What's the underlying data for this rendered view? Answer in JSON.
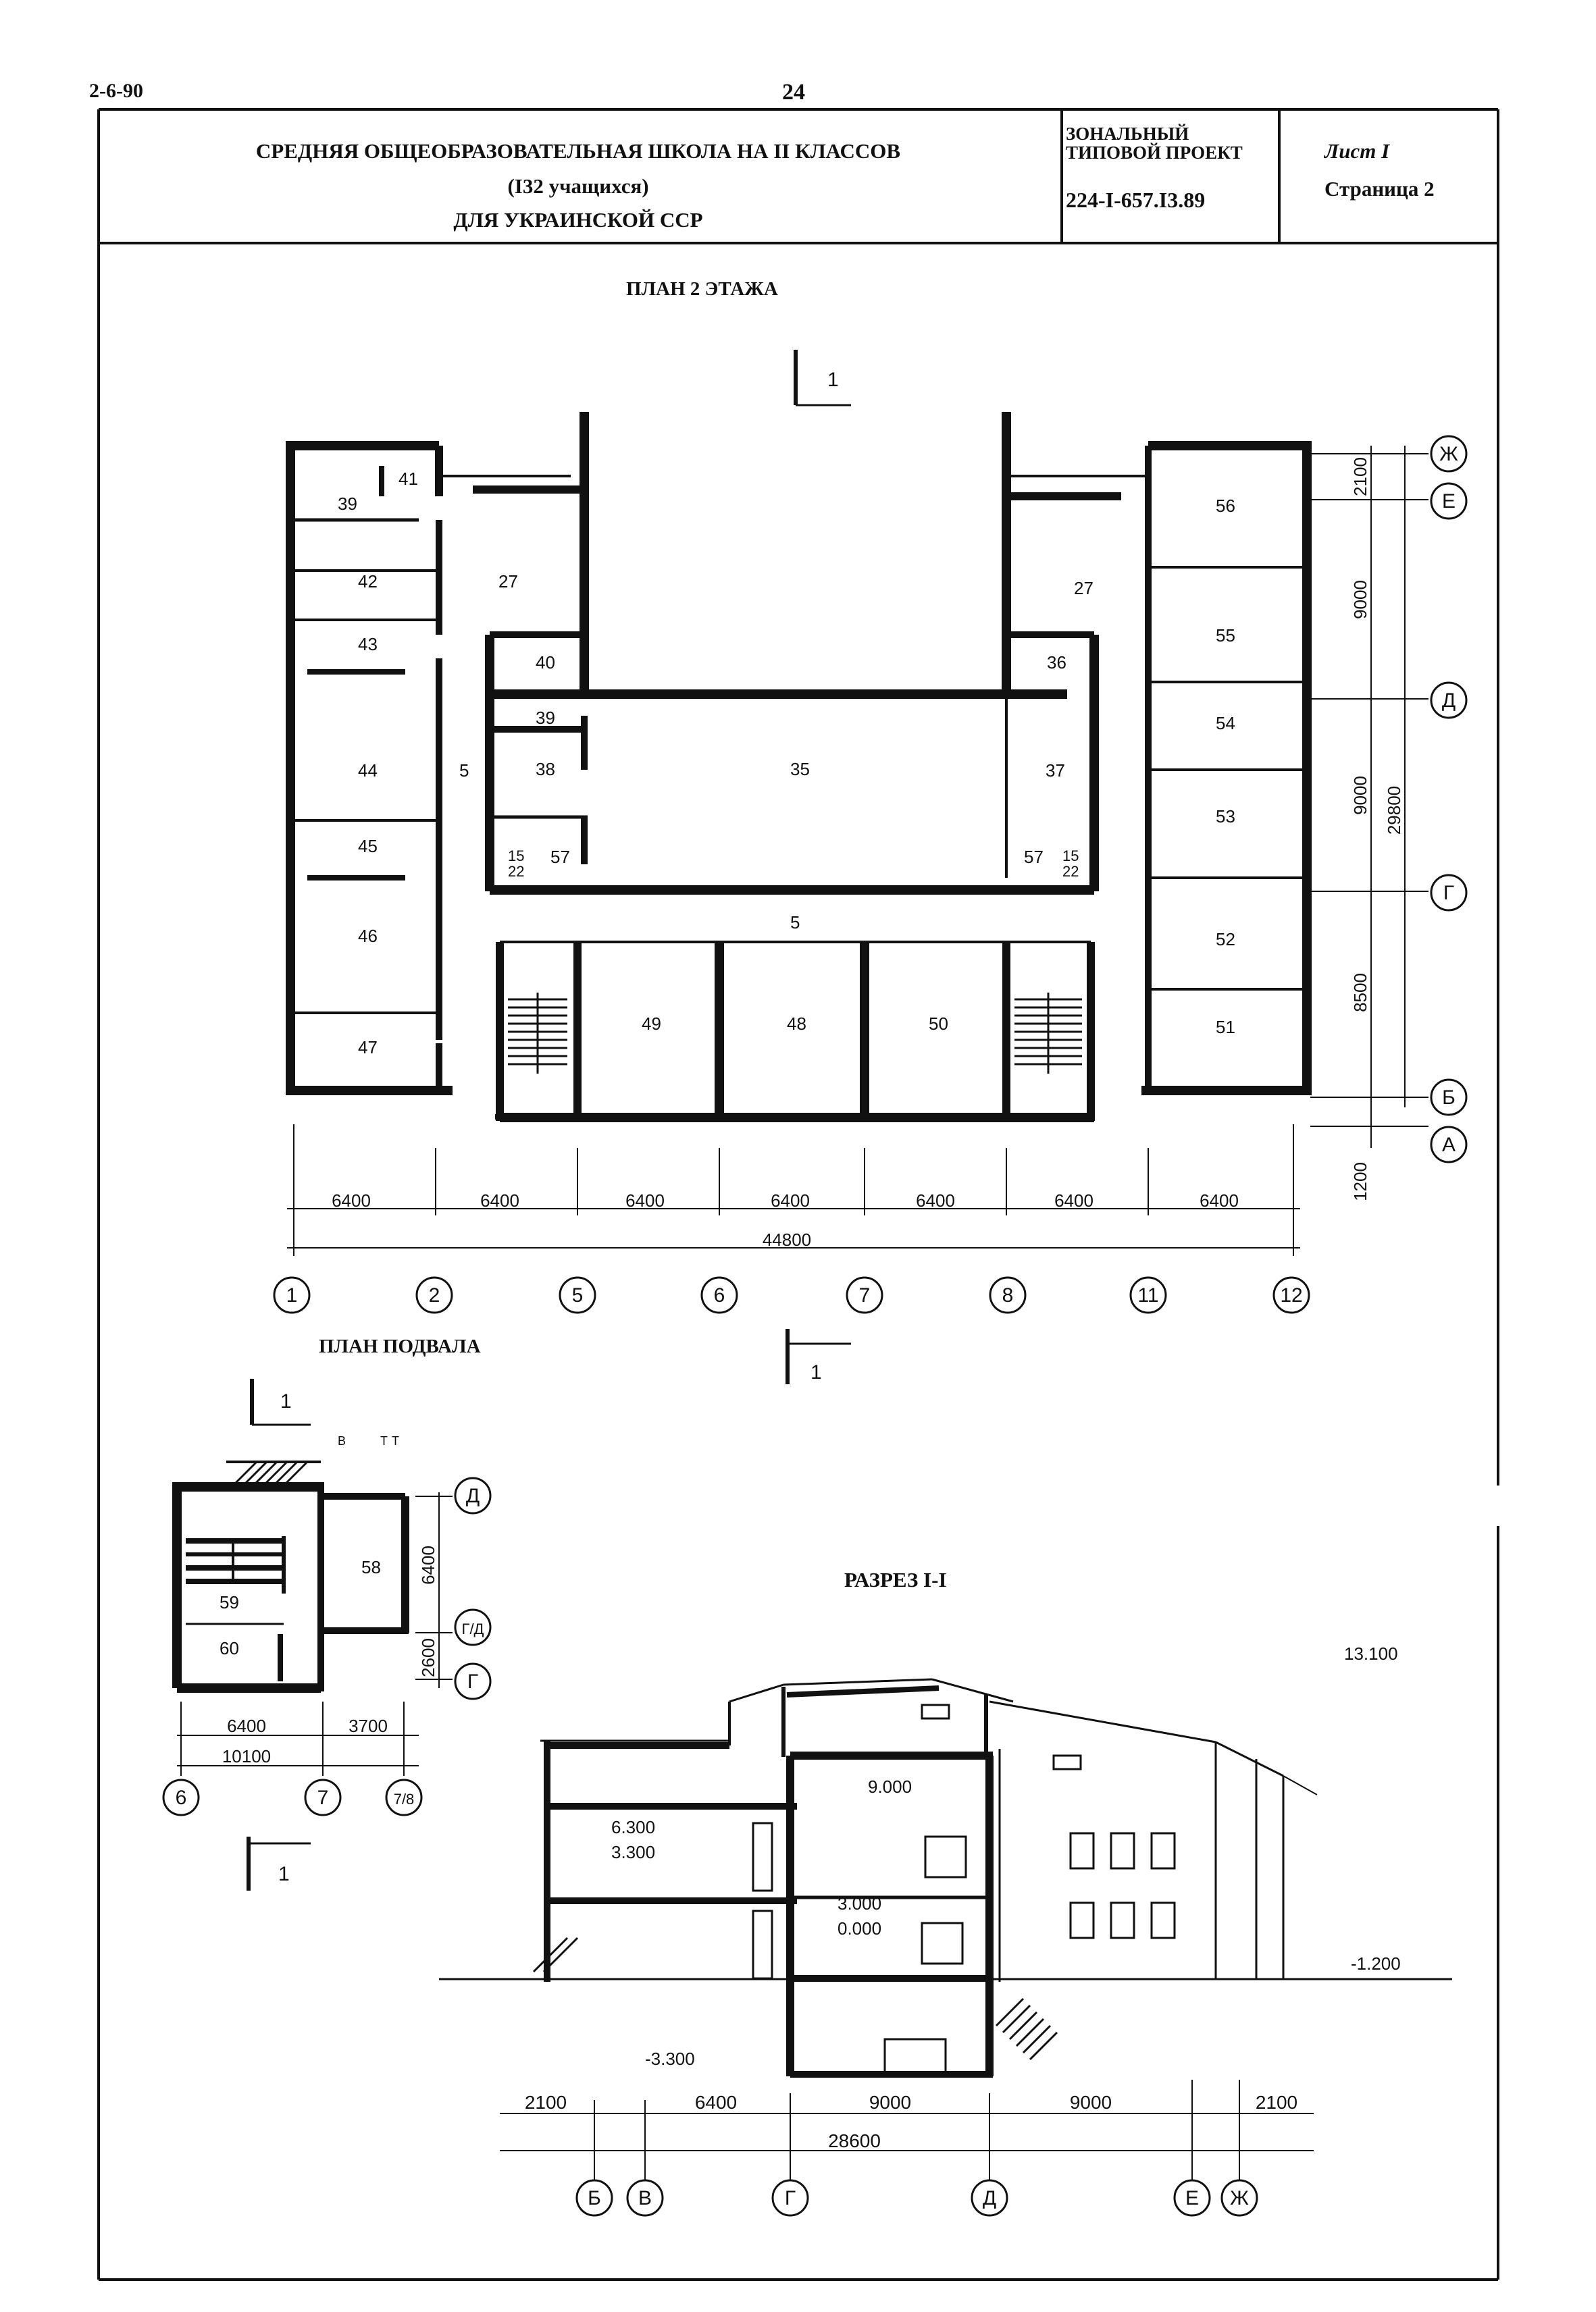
{
  "sheet_code": "2-6-90",
  "page_number": "24",
  "title_block": {
    "title_line1": "СРЕДНЯЯ ОБЩЕОБРАЗОВАТЕЛЬНАЯ ШКОЛА НА II КЛАССОВ",
    "title_line2": "(I32 учащихся)",
    "title_line3": "ДЛЯ УКРАИНСКОЙ ССР",
    "project_line1": "ЗОНАЛЬНЫЙ",
    "project_line2": "ТИПОВОЙ ПРОЕКТ",
    "project_code": "224-I-657.I3.89",
    "sheet_label": "Лист I",
    "page_label": "Страница 2"
  },
  "plan2": {
    "title": "ПЛАН 2 ЭТАЖА",
    "section_mark": "1",
    "rooms": [
      "39",
      "41",
      "42",
      "27",
      "43",
      "40",
      "39",
      "38",
      "44",
      "5",
      "45",
      "15",
      "57",
      "22",
      "46",
      "47",
      "35",
      "5",
      "37",
      "27",
      "36",
      "15",
      "57",
      "22",
      "56",
      "55",
      "54",
      "53",
      "52",
      "51",
      "49",
      "48",
      "50"
    ],
    "column_dims": [
      "6400",
      "6400",
      "6400",
      "6400",
      "6400",
      "6400",
      "6400"
    ],
    "total_width": "44800",
    "axes_x": [
      "1",
      "2",
      "5",
      "6",
      "7",
      "8",
      "11",
      "12"
    ],
    "axes_y": [
      "Ж",
      "Е",
      "Д",
      "Г",
      "Б",
      "А"
    ],
    "row_dims": [
      "2100",
      "9000",
      "9000",
      "8500",
      "1200"
    ],
    "total_depth": "29800"
  },
  "basement": {
    "title": "ПЛАН ПОДВАЛА",
    "section_mark": "1",
    "rooms": [
      "58",
      "59",
      "60"
    ],
    "dims": [
      "6400",
      "3700",
      "10100",
      "6400",
      "2600"
    ],
    "axes_x": [
      "6",
      "7",
      "7/8"
    ],
    "axes_y": [
      "Д",
      "Г/Д",
      "Г"
    ],
    "small_labels": [
      "В",
      "Т",
      "Т"
    ]
  },
  "section": {
    "title": "РАЗРЕЗ I-I",
    "levels": [
      "13.100",
      "9.000",
      "6.300",
      "3.300",
      "3.000",
      "0.000",
      "-1.200",
      "-3.300"
    ],
    "dims": [
      "2100",
      "6400",
      "9000",
      "9000",
      "2100"
    ],
    "total": "28600",
    "axes": [
      "Б",
      "В",
      "Г",
      "Д",
      "Е",
      "Ж"
    ]
  }
}
